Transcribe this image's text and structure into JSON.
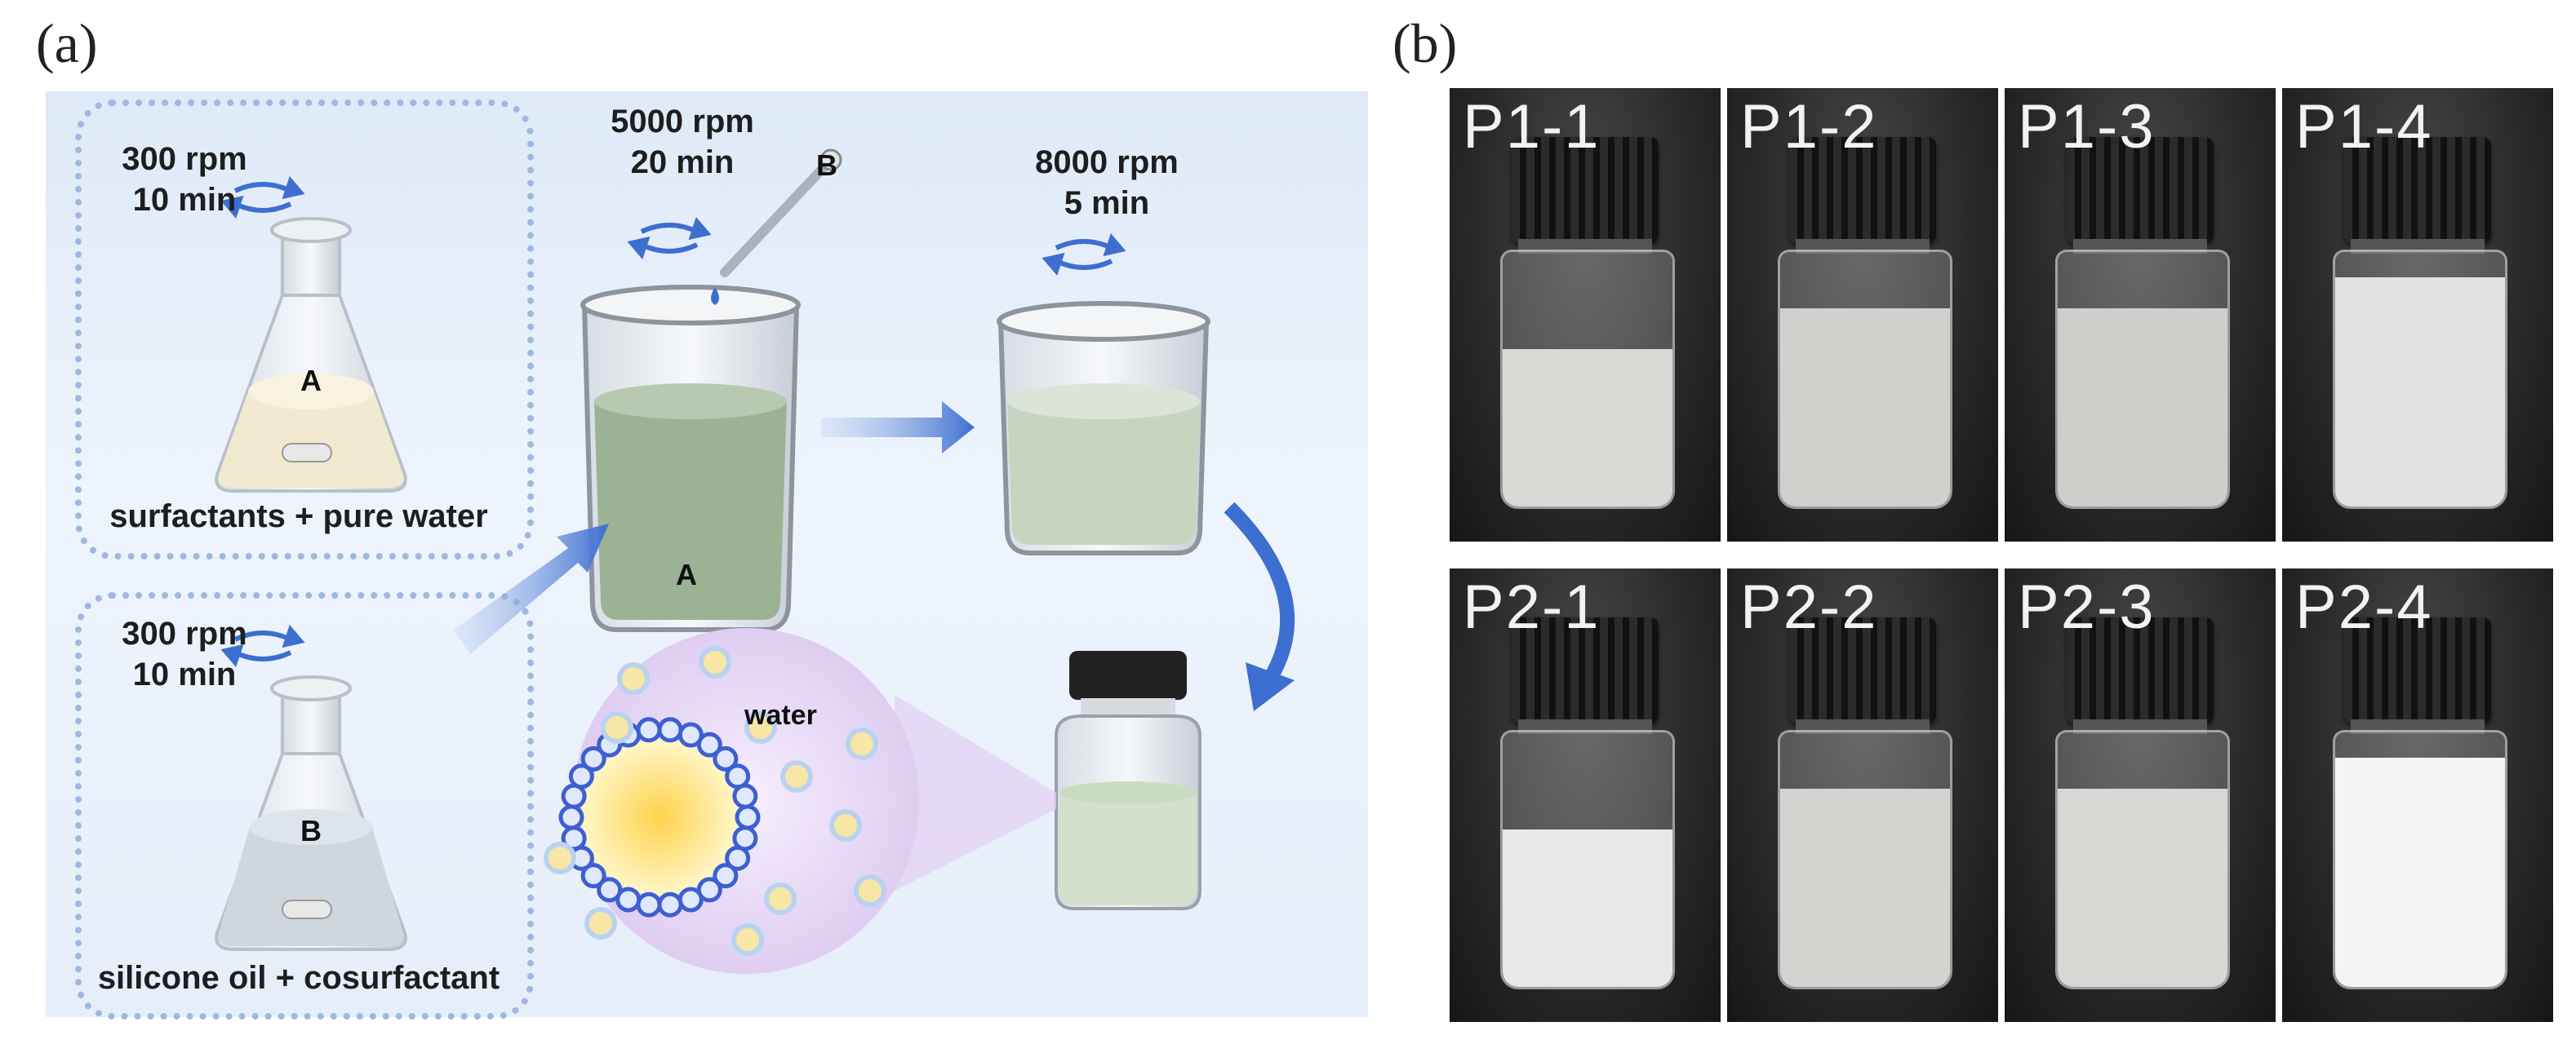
{
  "panel_a": {
    "label": "(a)",
    "flask_a": {
      "speed": "300 rpm",
      "time": "10 min",
      "letter": "A",
      "caption": "surfactants + pure water"
    },
    "flask_b": {
      "speed": "300 rpm",
      "time": "10 min",
      "letter": "B",
      "caption": "silicone oil + cosurfactant"
    },
    "beaker_1": {
      "speed": "5000 rpm",
      "time": "20 min",
      "letter": "A",
      "pipette_letter": "B"
    },
    "beaker_2": {
      "speed": "8000 rpm",
      "time": "5 min"
    },
    "micelle": {
      "label": "water"
    }
  },
  "panel_b": {
    "label": "(b)",
    "samples": [
      {
        "id": "P1-1",
        "fill": 0.62,
        "color": "#d8dad6"
      },
      {
        "id": "P1-2",
        "fill": 0.78,
        "color": "#cfd1cc"
      },
      {
        "id": "P1-3",
        "fill": 0.78,
        "color": "#cdd0ca"
      },
      {
        "id": "P1-4",
        "fill": 0.9,
        "color": "#e2e3e0"
      },
      {
        "id": "P2-1",
        "fill": 0.62,
        "color": "#e8e9e6"
      },
      {
        "id": "P2-2",
        "fill": 0.78,
        "color": "#d2d5cf"
      },
      {
        "id": "P2-3",
        "fill": 0.78,
        "color": "#d6d8d3"
      },
      {
        "id": "P2-4",
        "fill": 0.9,
        "color": "#f4f4f2"
      }
    ]
  },
  "colors": {
    "arrow": "#3d6fd1",
    "dash": "#9fb8e0",
    "green_liquid": "#9bb394"
  }
}
